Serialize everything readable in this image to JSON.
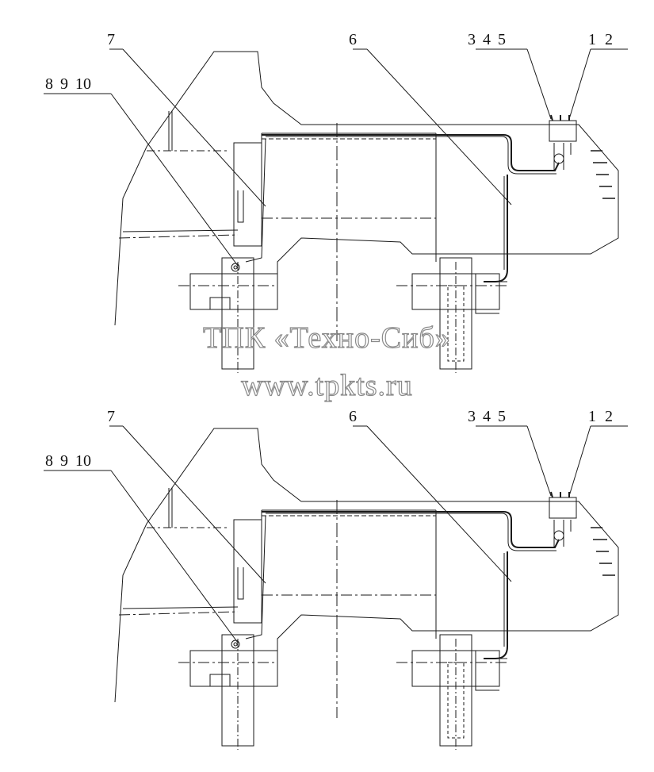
{
  "callouts": {
    "top": {
      "pos_7": "7",
      "pos_6": "6",
      "pos_3_4_5": "3 4 5",
      "pos_1_2": "1 2",
      "pos_8_9_10": "8 9 10"
    },
    "bottom": {
      "pos_7": "7",
      "pos_6": "6",
      "pos_3_4_5": "3 4 5",
      "pos_1_2": "1 2",
      "pos_8_9_10": "8 9 10"
    }
  },
  "watermark": {
    "line1": "ТПК «Техно-Сиб»",
    "line2": "www.tpkts.ru"
  },
  "colors": {
    "line": "#1a1a1a",
    "watermark_outline": "#8a8a8a"
  }
}
